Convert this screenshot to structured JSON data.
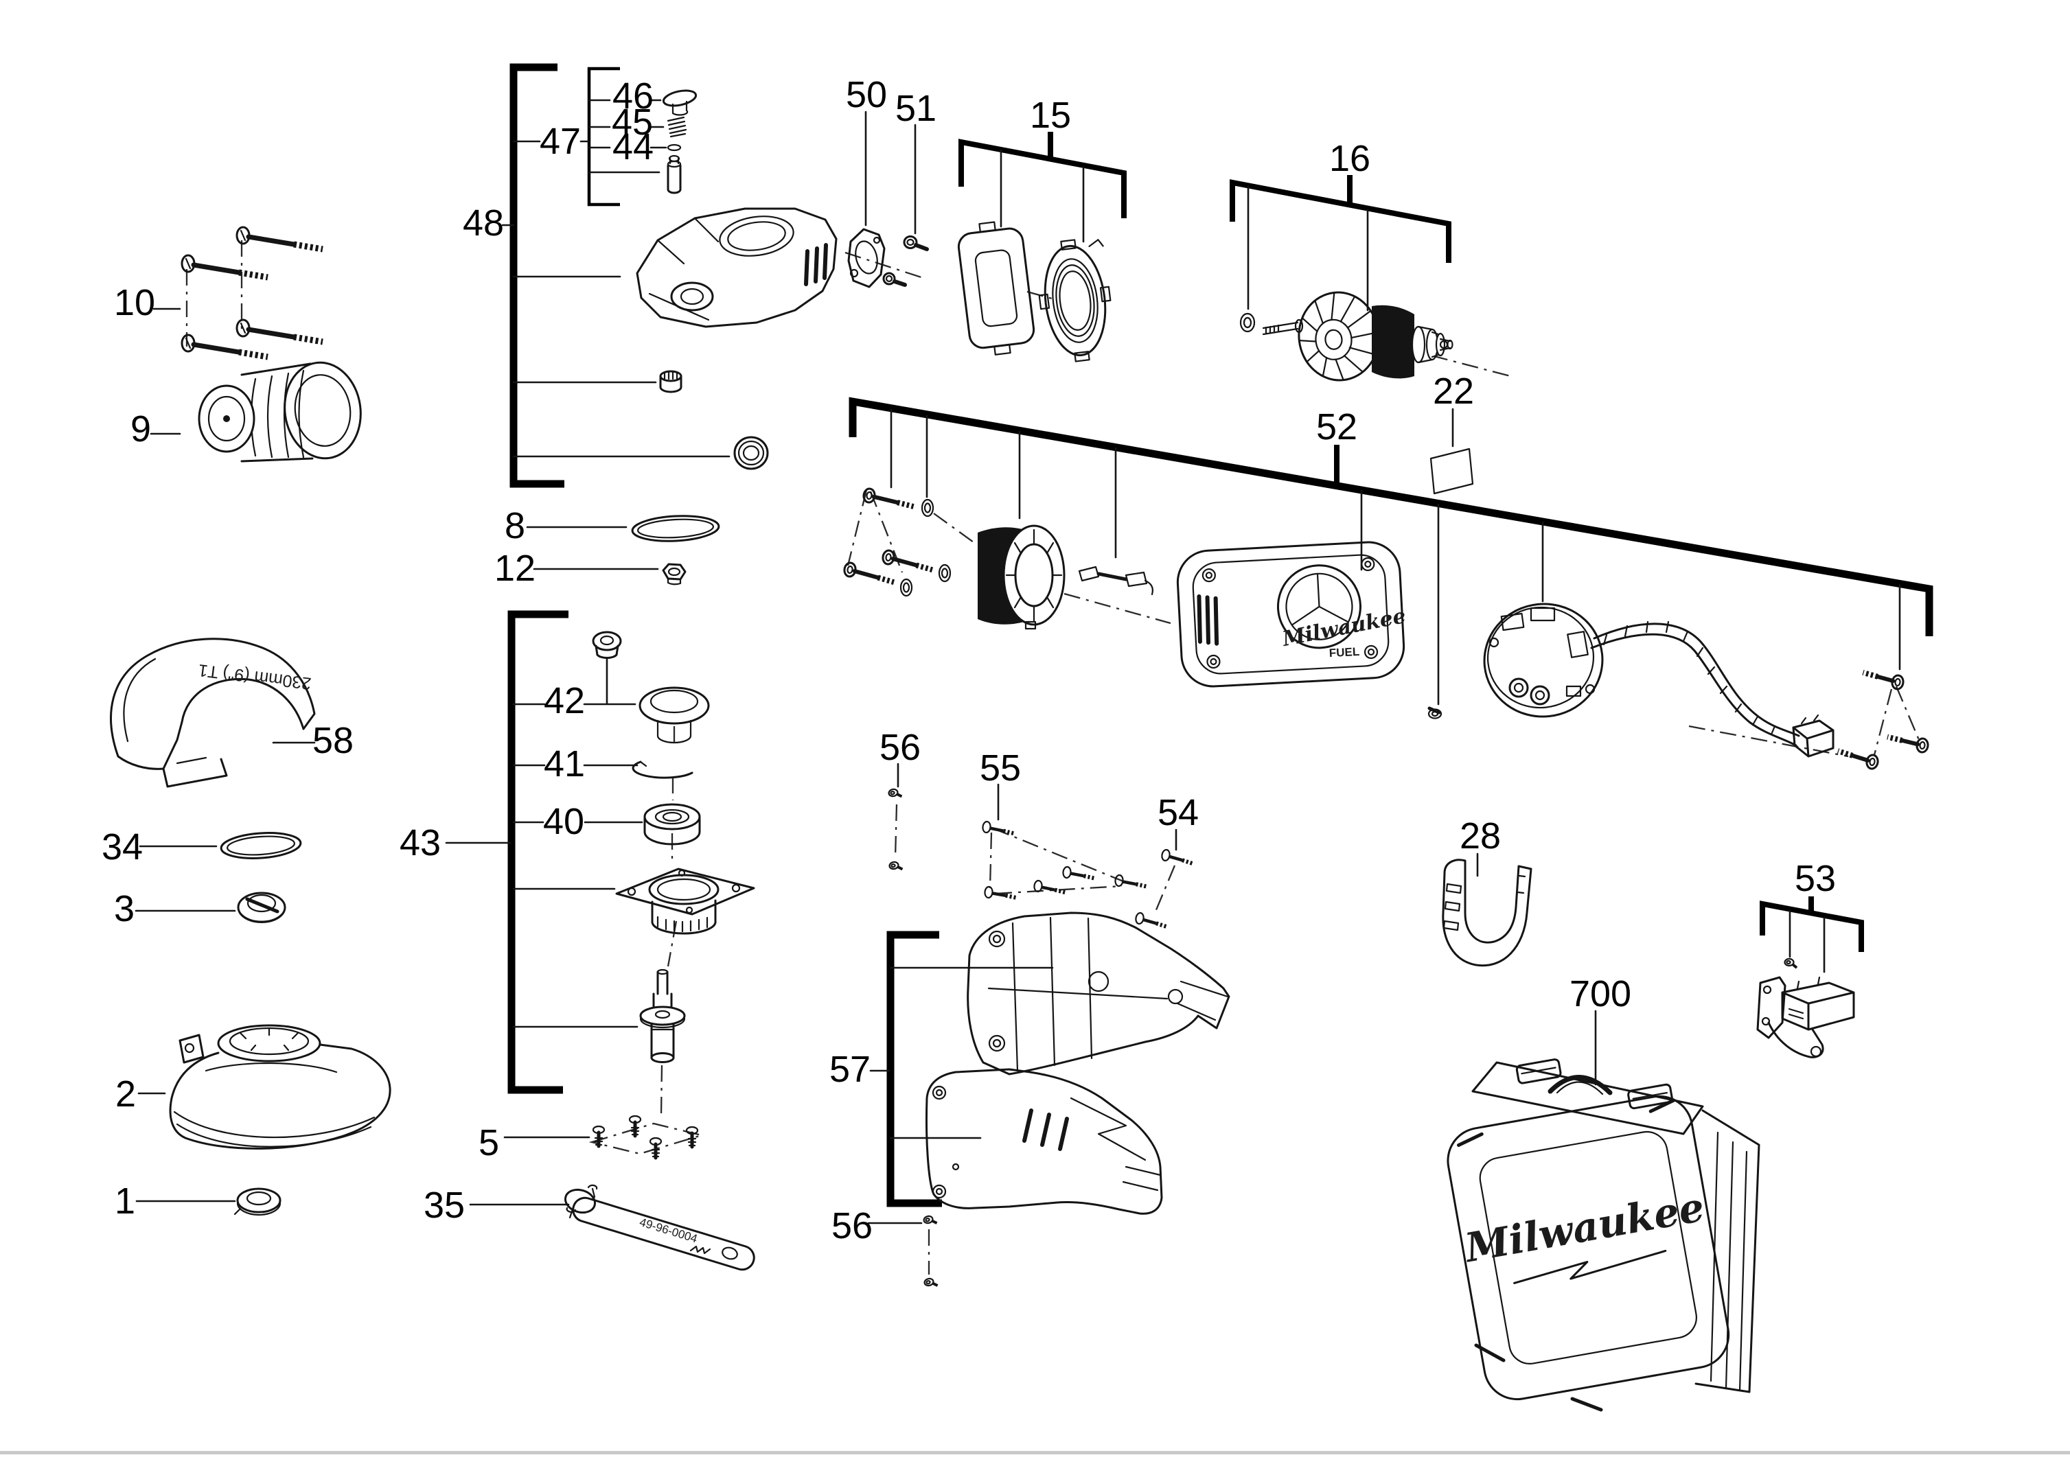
{
  "diagram": {
    "kind": "exploded-parts-diagram",
    "subject": "Milwaukee cordless angle grinder service parts view"
  },
  "colors": {
    "background": "#ffffff",
    "line": "#151515",
    "bracket": "#000000",
    "footer_rule": "#c9c9c9"
  },
  "labels": {
    "n46": "46",
    "n45": "45",
    "n44": "44",
    "n47": "47",
    "n48": "48",
    "n50": "50",
    "n51": "51",
    "n15": "15",
    "n16": "16",
    "n22": "22",
    "n52": "52",
    "n10": "10",
    "n9": "9",
    "n8": "8",
    "n12": "12",
    "n58": "58",
    "n34": "34",
    "n3": "3",
    "n43": "43",
    "n42": "42",
    "n41": "41",
    "n40": "40",
    "n2": "2",
    "n1": "1",
    "n5": "5",
    "n35": "35",
    "n56_upper": "56",
    "n55": "55",
    "n54": "54",
    "n57": "57",
    "n56_lower": "56",
    "n28": "28",
    "n53": "53",
    "n700": "700"
  },
  "markings": {
    "guard_size": "230mm (9\") T1",
    "wrench_part_no": "49-96-0004",
    "case_logo": "Milwaukee",
    "housing_logo": "Milwaukee",
    "housing_model": "FUEL"
  }
}
